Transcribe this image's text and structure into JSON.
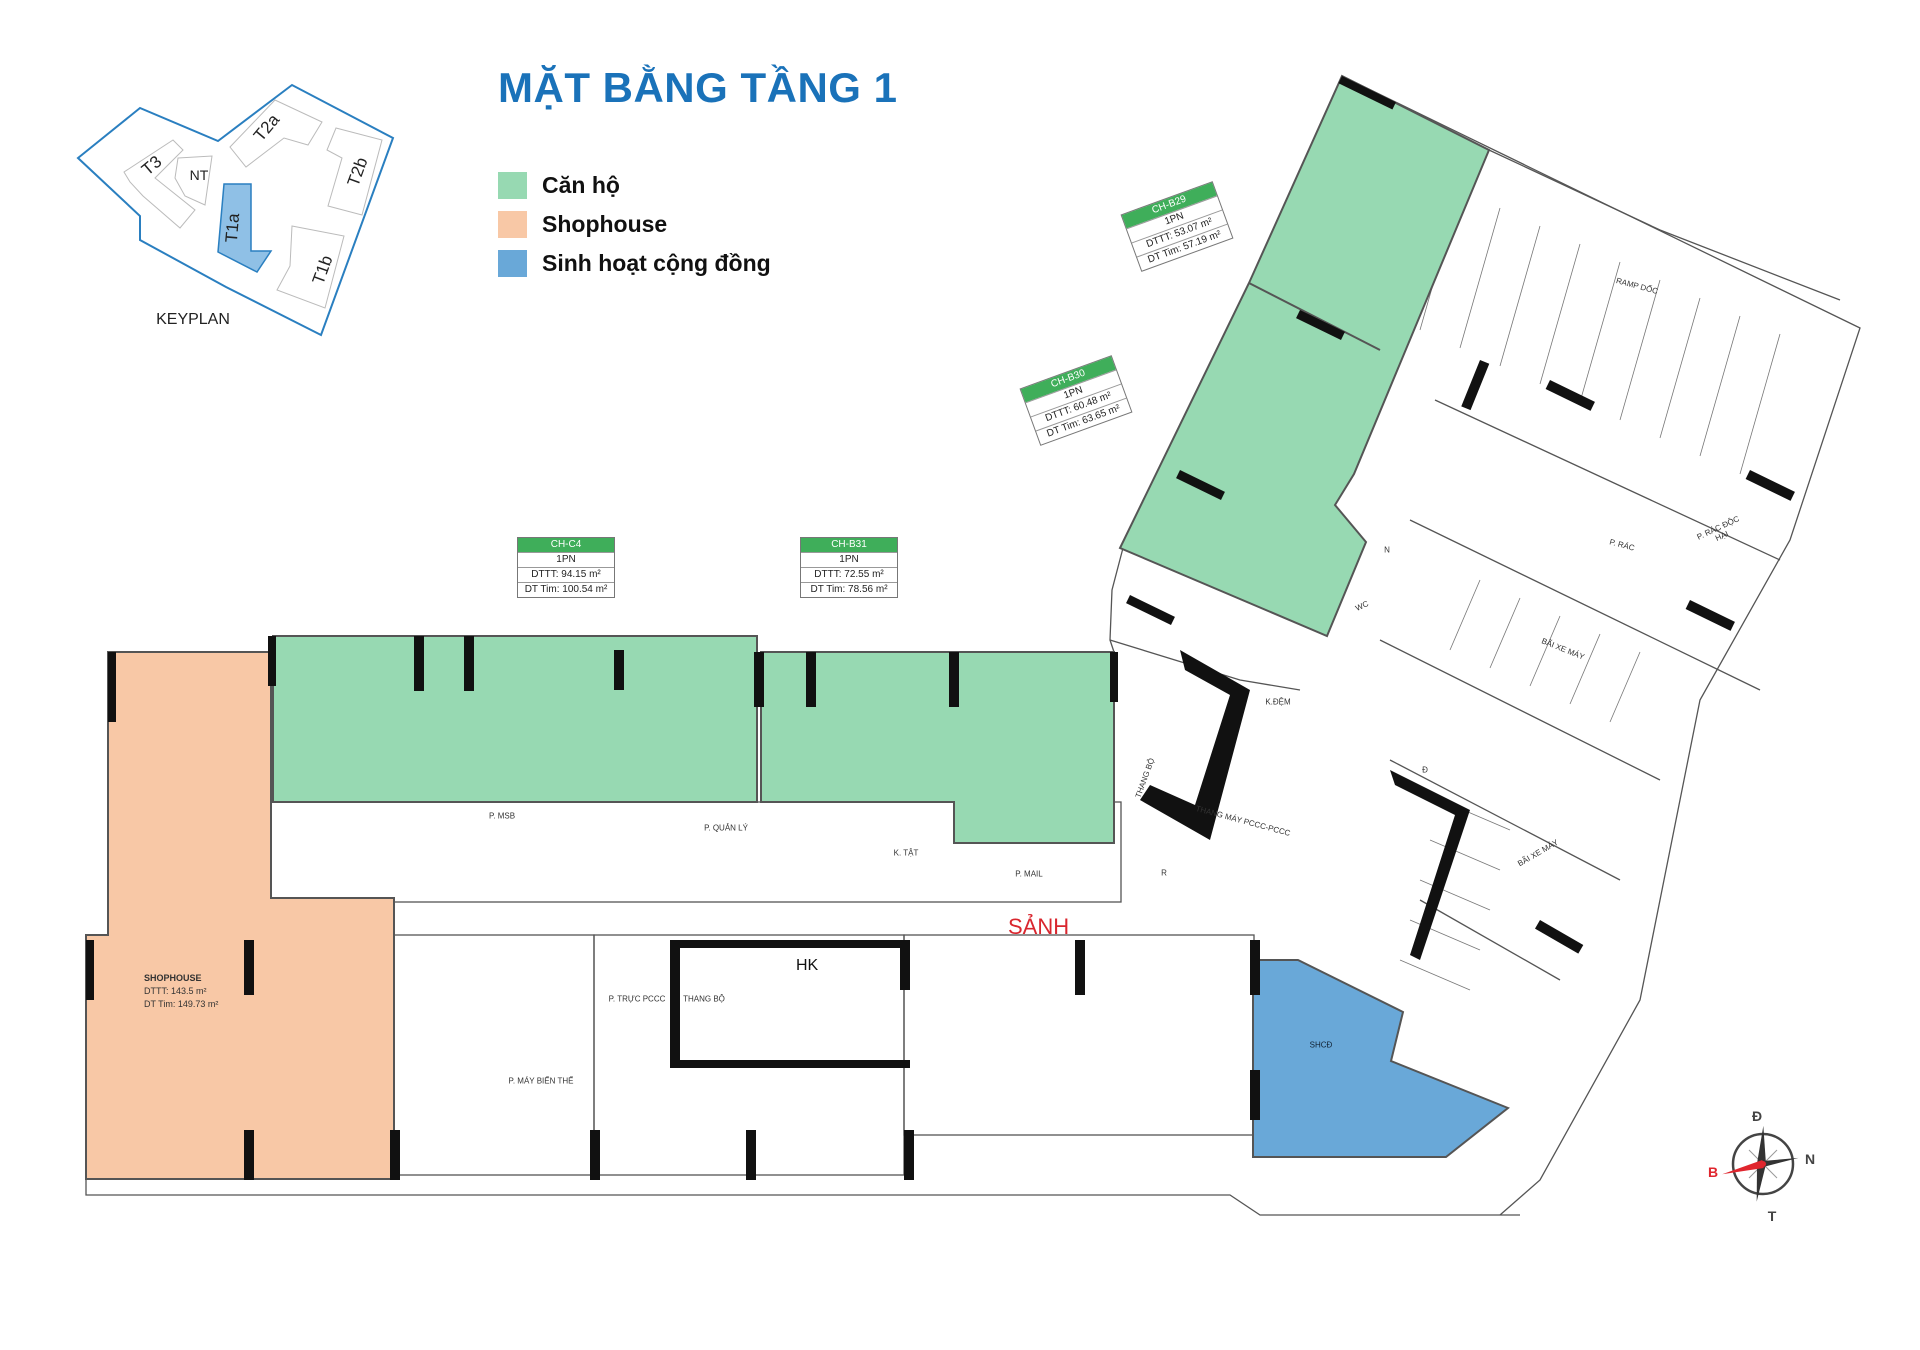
{
  "title": "MẶT BẰNG TẦNG 1",
  "legend": [
    {
      "label": "Căn hộ",
      "color": "#97d9b2"
    },
    {
      "label": "Shophouse",
      "color": "#f8c8a6"
    },
    {
      "label": "Sinh hoạt cộng đồng",
      "color": "#69a8d8"
    }
  ],
  "keyplan": {
    "label": "KEYPLAN",
    "blocks": [
      "T3",
      "NT",
      "T2a",
      "T2b",
      "T1a",
      "T1b"
    ],
    "highlighted": "T1a",
    "highlight_color": "#2a7fc0"
  },
  "units": [
    {
      "code": "CH-C4",
      "type": "1PN",
      "dttt": "DTTT: 94.15 m²",
      "dttim": "DT Tim: 100.54 m²"
    },
    {
      "code": "CH-B31",
      "type": "1PN",
      "dttt": "DTTT: 72.55 m²",
      "dttim": "DT Tim: 78.56 m²"
    },
    {
      "code": "CH-B29",
      "type": "1PN",
      "dttt": "DTTT: 53.07 m²",
      "dttim": "DT Tim: 57.19 m²"
    },
    {
      "code": "CH-B30",
      "type": "1PN",
      "dttt": "DTTT: 60.48 m²",
      "dttim": "DT Tim: 63.65 m²"
    }
  ],
  "shophouse": {
    "name": "SHOPHOUSE",
    "dttt": "DTTT: 143.5 m²",
    "dttim": "DT Tim: 149.73 m²"
  },
  "rooms": {
    "msb": "P. MSB",
    "quan_ly": "P. QUẢN LÝ",
    "k_tat": "K. TẬT",
    "mail": "P. MAIL",
    "sanh": "SẢNH",
    "hk": "HK",
    "truc_pccc": "P. TRỰC PCCC",
    "thang_bo": "THANG BỘ",
    "may_bien_the": "P. MÁY BIẾN THẾ",
    "shcd": "SHCĐ",
    "k_dem": "K.ĐỆM",
    "thang_may": "THANG MÁY PCCC-PCCC",
    "thang_bo_2": "THANG BỘ",
    "r": "R",
    "d": "Đ",
    "bai_xe_may_1": "BÃI XE MÁY",
    "bai_xe_may_2": "BÃI XE MÁY",
    "ramp": "RAMP DỐC",
    "rac": "P. RÁC",
    "rac_doc_hai": "P. RÁC ĐỘC HẠI",
    "wc": "WC",
    "n": "N"
  },
  "compass": {
    "north_label": "B",
    "east_label": "Đ",
    "south_label": "N",
    "west_label": "T",
    "accent": "#e0262e"
  }
}
